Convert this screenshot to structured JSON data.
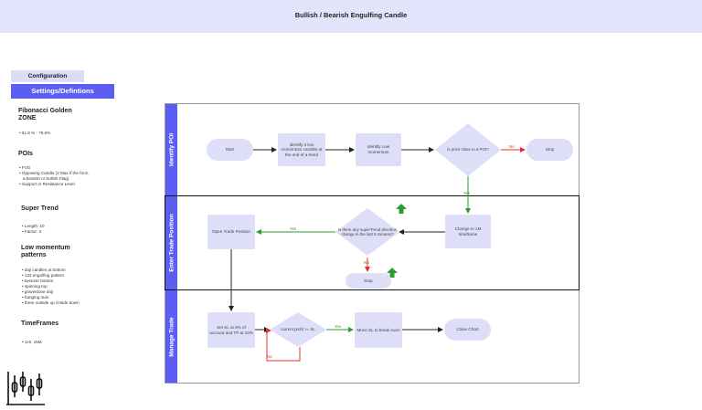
{
  "header": {
    "title": "Bullish / Bearish Engulfing Candle"
  },
  "sidebar": {
    "config_label": "Configuration",
    "settings_label": "Settings/Defintions",
    "fib_title": "Fibonacci Golden ZONE",
    "fib_item": "• 61.8 % - 78.6%",
    "pois_title": "POIs",
    "pois_items": [
      "• FVG",
      "• Opposing Candle (2 Max if the form",
      "   a bearish or bullish Flag)",
      "• Support or Resistance Level"
    ],
    "supertrend_title": "Super Trend",
    "supertrend_items": [
      "• Length: 10",
      "• Factor: 3"
    ],
    "lowmom_title": "Low momentum patterns",
    "lowmom_items": [
      "• doji candles at bottom",
      "• 123 engulfing pattern",
      "• tweezer bottom",
      "• spinning top",
      "• gravestone doji",
      "• hanging man",
      "• three outside up /inside down"
    ],
    "timeframes_title": "TimeFrames",
    "timeframes_item": "• 1Hr, 15M"
  },
  "lanes": {
    "identify_poi": "Identify POI",
    "enter_trade": "Enter Trade Position",
    "manage_trade": "Manage Trade"
  },
  "nodes": {
    "start": "Start",
    "identify_3_low": "identify 3 low momentum candles at the end of a trend",
    "identify_low": "Identify Low momentum",
    "is_price_close": "is price close to a POI?",
    "stop_top": "Stop",
    "change_1m": "Change to 1M timeframe",
    "supertrend_change": "Is there any superTrend direction change in the last 5 minutes?",
    "open_trade": "Open Trade Position",
    "stop_mid": "Stop",
    "set_sl": "Set SL at 5% of account and TP at 10%",
    "current_profit": "current profit >= SL",
    "move_sl": "Move SL to break even",
    "close_chart": "Close Chart"
  },
  "edge_labels": {
    "no_1": "No",
    "yes_1": "Yes",
    "yes_2": "Yes",
    "no_2": "No",
    "yes_3": "Yes",
    "no_3": "No"
  },
  "colors": {
    "accent": "#5c5ef3",
    "node_fill": "#dedef9",
    "header_bg": "#e3e4fb",
    "yes_arrow": "#2e9b2e",
    "no_arrow": "#e0342a"
  },
  "icons": {
    "logo": "candlestick-chart-icon",
    "marker": "up-arrow-icon"
  }
}
